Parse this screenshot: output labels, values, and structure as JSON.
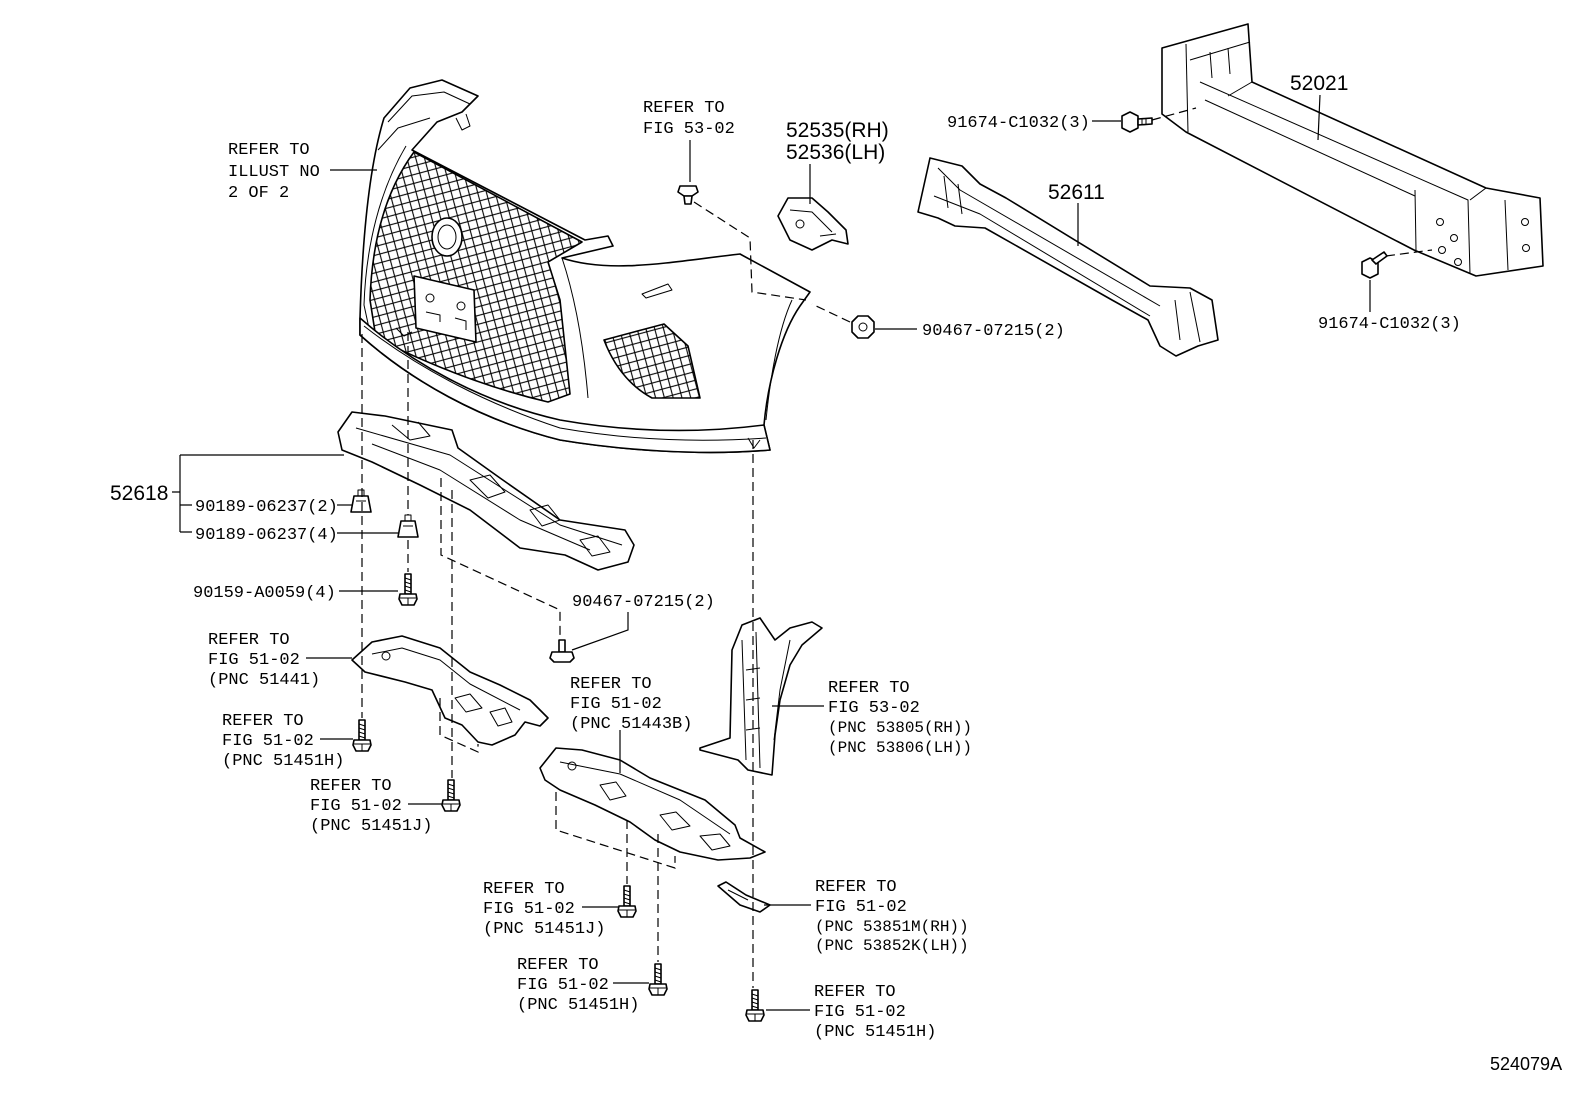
{
  "figure": {
    "code": "524079A"
  },
  "callouts": {
    "bumper_cover_ref": [
      "REFER TO",
      "ILLUST NO",
      "2 OF 2"
    ],
    "top_clip_ref": [
      "REFER TO",
      "FIG 53-02"
    ],
    "retainer": [
      "52535(RH)",
      "52536(LH)"
    ],
    "reinforcement": "52021",
    "reinforcement_bolt_upper": "91674-C1032(3)",
    "absorber": "52611",
    "bumper_clip": "90467-07215(2)",
    "reinforcement_bolt_lower": "91674-C1032(3)",
    "undercover": "52618",
    "undercover_nut_a": "90189-06237(2)",
    "undercover_nut_b": "90189-06237(4)",
    "undercover_screw": "90159-A0059(4)",
    "undercover_clip": "90467-07215(2)",
    "lh_under_cover_ref": [
      "REFER TO",
      "FIG 51-02",
      "(PNC 51441)"
    ],
    "center_under_cover_ref": [
      "REFER TO",
      "FIG 51-02",
      "(PNC 51443B)"
    ],
    "fender_liner_ref": [
      "REFER TO",
      "FIG 53-02",
      "(PNC 53805(RH))",
      "(PNC 53806(LH))"
    ],
    "bolt_left_ref": [
      "REFER TO",
      "FIG 51-02",
      "(PNC 51451H)"
    ],
    "bolt_mid_ref": [
      "REFER TO",
      "FIG 51-02",
      "(PNC 51451J)"
    ],
    "bolt_center_ref": [
      "REFER TO",
      "FIG 51-02",
      "(PNC 51451J)"
    ],
    "seal_ref": [
      "REFER TO",
      "FIG 51-02",
      "(PNC 53851M(RH))",
      "(PNC 53852K(LH))"
    ],
    "bolt_lower_ref": [
      "REFER TO",
      "FIG 51-02",
      "(PNC 51451H)"
    ],
    "bolt_right_ref": [
      "REFER TO",
      "FIG 51-02",
      "(PNC 51451H)"
    ]
  }
}
